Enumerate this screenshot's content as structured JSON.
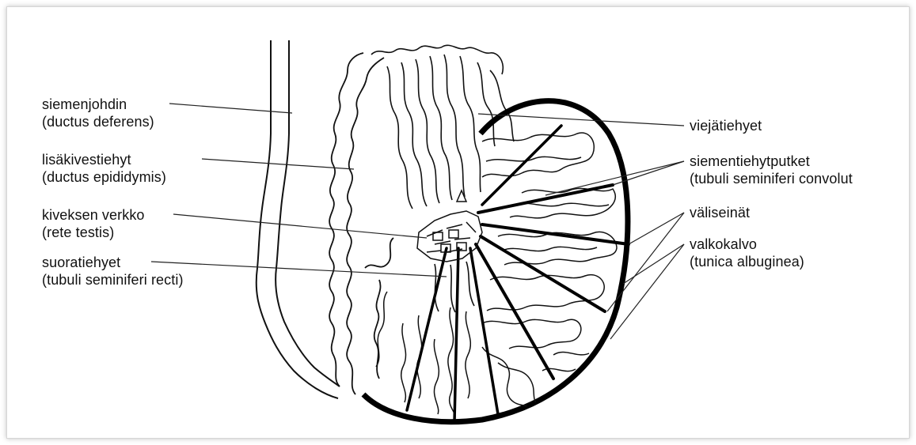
{
  "labels": {
    "left": [
      {
        "id": "vas",
        "line1": "siemenjohdin",
        "line2": "(ductus deferens)"
      },
      {
        "id": "epididymis",
        "line1": "lisäkivestiehyt",
        "line2": "(ductus epididymis)"
      },
      {
        "id": "rete",
        "line1": "kiveksen verkko",
        "line2": "(rete testis)"
      },
      {
        "id": "recti",
        "line1": "suoratiehyet",
        "line2": "(tubuli seminiferi recti)"
      }
    ],
    "right": [
      {
        "id": "efferent",
        "line1": "viejätiehyet",
        "line2": ""
      },
      {
        "id": "convoluti",
        "line1": "siementiehytputket",
        "line2": "(tubuli seminiferi convolut"
      },
      {
        "id": "septa",
        "line1": "väliseinät",
        "line2": ""
      },
      {
        "id": "albuginea",
        "line1": "valkokalvo",
        "line2": "(tunica albuginea)"
      }
    ]
  }
}
